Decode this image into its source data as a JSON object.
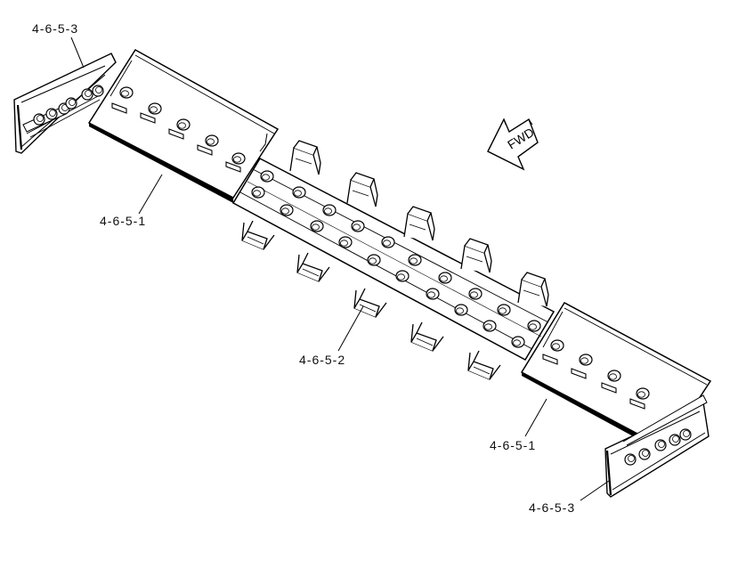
{
  "callouts": {
    "c1": "4-6-5-3",
    "c2": "4-6-5-1",
    "c3": "4-6-5-2",
    "c4": "4-6-5-1",
    "c5": "4-6-5-3"
  },
  "arrow": {
    "label": "FWD"
  }
}
